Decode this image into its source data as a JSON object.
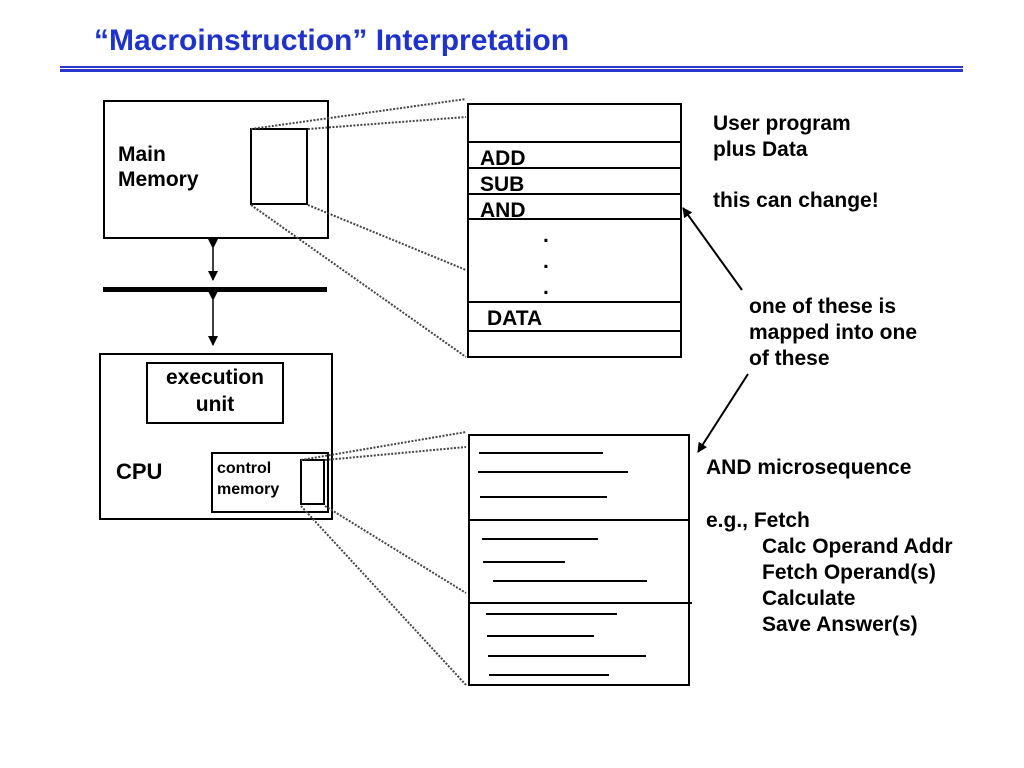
{
  "slide": {
    "title": "“Macroinstruction” Interpretation",
    "accent_color": "#1f33cc"
  },
  "main_memory": {
    "label_line1": "Main",
    "label_line2": "Memory"
  },
  "cpu": {
    "label": "CPU",
    "execution_unit": {
      "line1": "execution",
      "line2": "unit"
    },
    "control_memory": {
      "line1": "control",
      "line2": "memory"
    }
  },
  "user_program": {
    "instructions": [
      "ADD",
      "SUB",
      "AND"
    ],
    "dots": ".",
    "data_label": "DATA"
  },
  "notes": {
    "user_program_line1": "User program",
    "user_program_line2": "plus Data",
    "can_change": "this can change!",
    "mapping_line1": "one of these is",
    "mapping_line2": "mapped into one",
    "mapping_line3": "of these",
    "microsequence_title": "AND microsequence",
    "eg_fetch": "e.g., Fetch",
    "steps": [
      "Calc Operand Addr",
      "Fetch Operand(s)",
      "Calculate",
      "Save Answer(s)"
    ]
  }
}
